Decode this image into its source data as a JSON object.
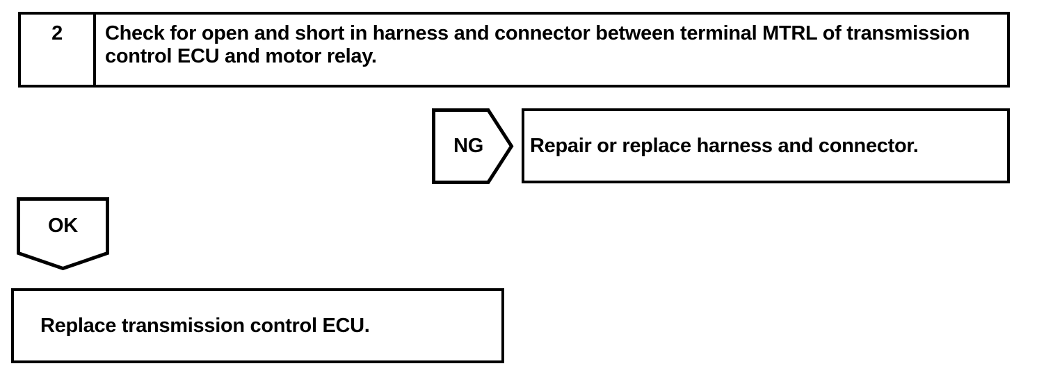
{
  "flowchart": {
    "step": {
      "number": "2",
      "instruction": "Check for open and short in harness and connector between terminal MTRL of transmission control ECU and motor relay."
    },
    "ng_branch": {
      "label": "NG",
      "action": "Repair or replace harness and connector."
    },
    "ok_branch": {
      "label": "OK",
      "action": "Replace transmission control ECU."
    },
    "colors": {
      "line": "#000000",
      "background": "#ffffff",
      "text": "#000000"
    }
  }
}
